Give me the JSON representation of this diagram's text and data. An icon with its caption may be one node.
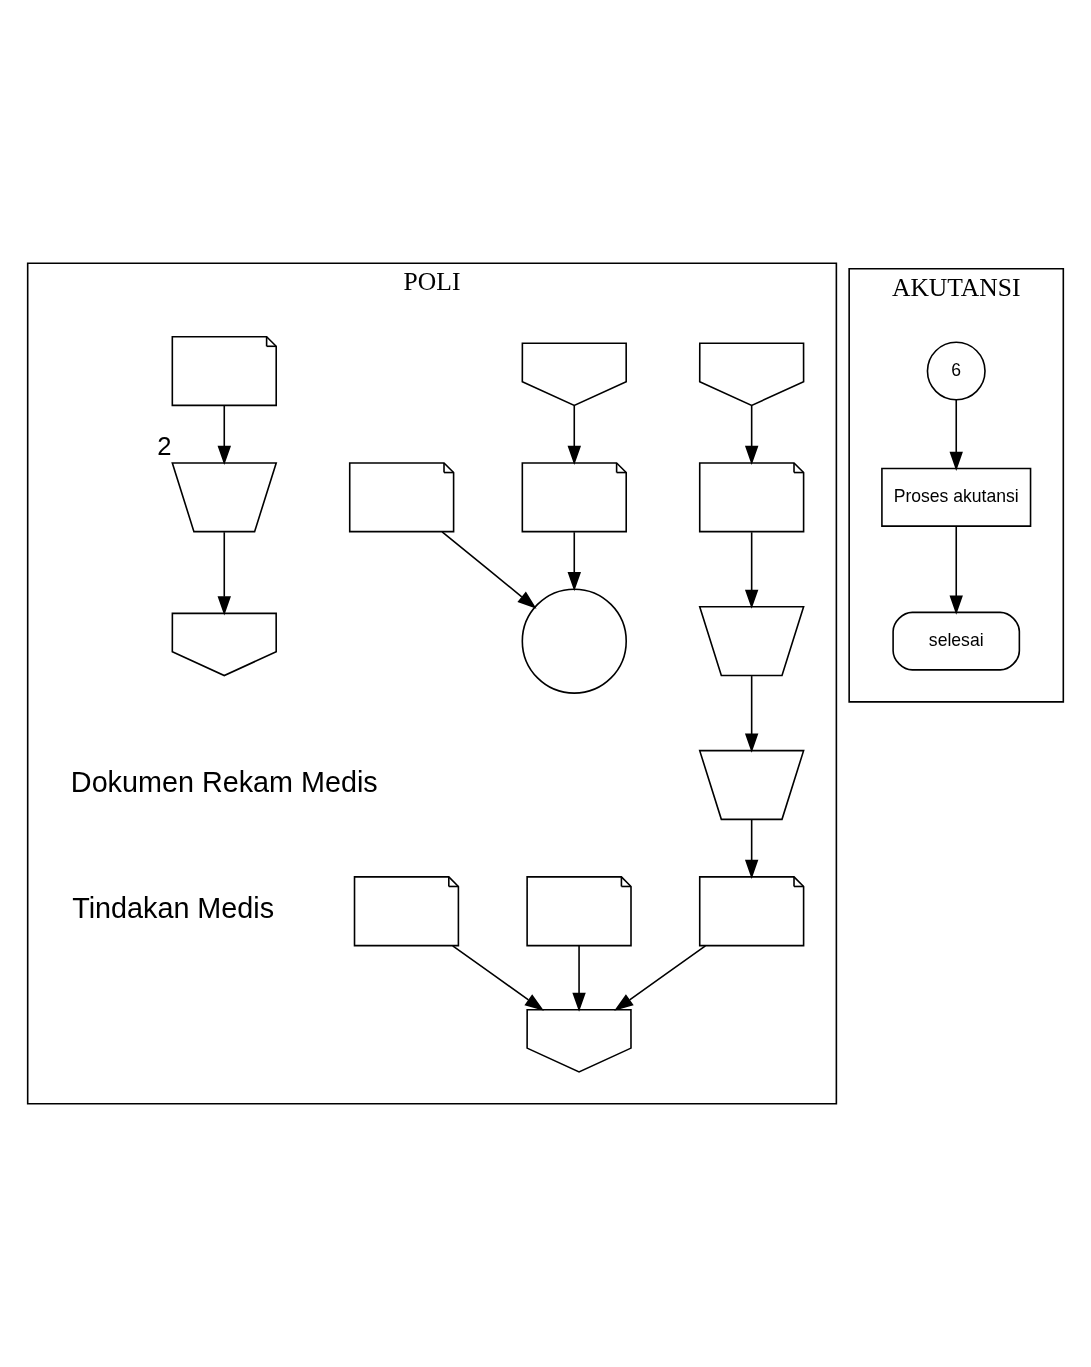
{
  "diagram": {
    "nodes": [
      {
        "text": [
          "POLI"
        ]
      },
      {
        "text": [
          "AKUTANSI"
        ]
      },
      {
        "text": [],
        "shape": "pentagon",
        "in": 0
      },
      {
        "text": [],
        "shape": "document",
        "in": 0
      },
      {
        "text": [],
        "shape": "trapezoid",
        "in": 0
      },
      {
        "text": [],
        "shape": "trapezoid",
        "in": 0
      },
      {
        "text": [],
        "shape": "document",
        "in": 0
      },
      {
        "text": [],
        "shape": "document",
        "in": 0
      },
      {
        "text": [],
        "shape": "document",
        "in": 0
      },
      {
        "text": [],
        "shape": "pentagon",
        "in": 0
      },
      {
        "text": [],
        "shape": "pentagon",
        "in": 0
      },
      {
        "text": [],
        "shape": "document",
        "in": 0
      },
      {
        "text": [],
        "shape": "document",
        "in": 0
      },
      {
        "text": [],
        "shape": "document",
        "in": 0
      },
      {
        "text": [],
        "shape": "trapezoid",
        "in": 0,
        "beside": [
          "2"
        ]
      },
      {
        "text": [],
        "shape": "pentagon",
        "in": 0
      },
      {
        "text": [],
        "shape": "circle",
        "in": 0
      },
      {
        "text": [
          "6"
        ],
        "in": 1
      },
      {
        "text": [
          "Proses akutansi"
        ],
        "in": 1
      },
      {
        "text": [
          "selesai"
        ],
        "in": 1
      }
    ],
    "edges": [
      {
        "from": 2,
        "to": 3,
        "arrow": "to"
      },
      {
        "from": 3,
        "to": 4,
        "arrow": "to"
      },
      {
        "from": 4,
        "to": 5,
        "arrow": "to"
      },
      {
        "from": 5,
        "to": 6,
        "arrow": "to"
      },
      {
        "from": 8,
        "to": 9,
        "arrow": "to"
      },
      {
        "from": 7,
        "to": 9,
        "arrow": "to"
      },
      {
        "from": 6,
        "to": 9,
        "arrow": "to"
      },
      {
        "from": 10,
        "to": 11,
        "arrow": "to"
      },
      {
        "from": 13,
        "to": 14,
        "arrow": "to"
      },
      {
        "from": 14,
        "to": 15,
        "arrow": "to"
      },
      {
        "from": 12,
        "to": 16,
        "arrow": "to"
      },
      {
        "from": 11,
        "to": 16,
        "arrow": "to"
      },
      {
        "from": 17,
        "to": 18,
        "arrow": "to"
      },
      {
        "from": 18,
        "to": 19,
        "arrow": "to"
      }
    ],
    "labels": [
      "Dokumen Rekam Medis",
      "Tindakan Medis"
    ]
  }
}
